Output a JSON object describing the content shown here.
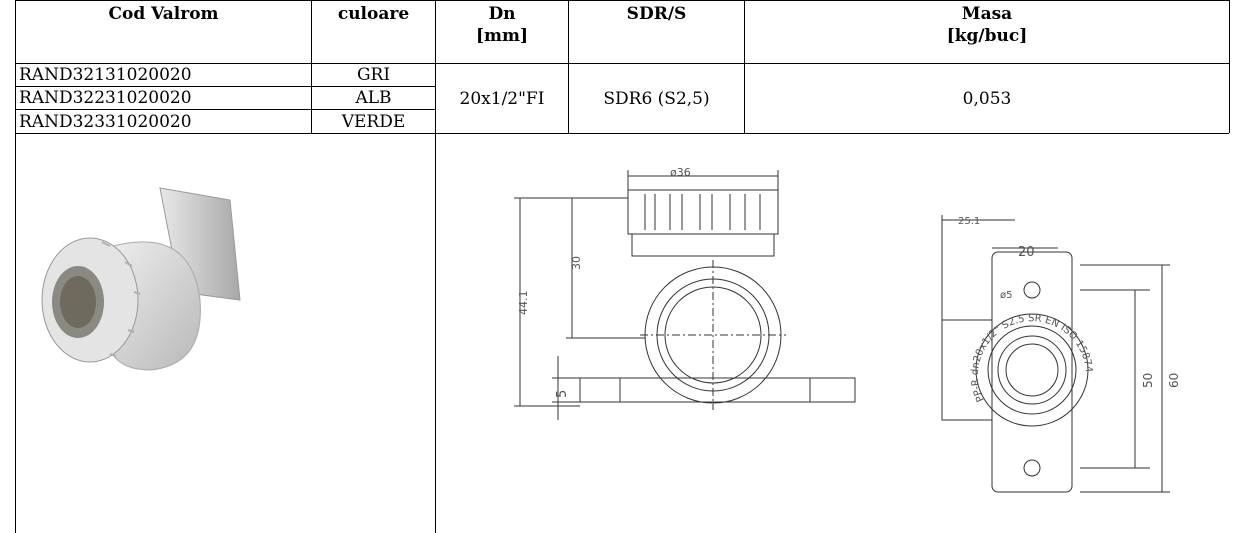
{
  "table": {
    "headers": {
      "cod": "Cod Valrom",
      "culoare": "culoare",
      "dn_line1": "Dn",
      "dn_line2": "[mm]",
      "sdr": "SDR/S",
      "masa_line1": "Masa",
      "masa_line2": "[kg/buc]"
    },
    "rows": [
      {
        "cod": "RAND32131020020",
        "culoare": "GRI"
      },
      {
        "cod": "RAND32231020020",
        "culoare": "ALB"
      },
      {
        "cod": "RAND32331020020",
        "culoare": "VERDE"
      }
    ],
    "dn": "20x1/2\"FI",
    "sdr": "SDR6 (S2,5)",
    "masa": "0,053"
  },
  "drawing": {
    "front": {
      "d36": "ø36",
      "h30": "30",
      "h44": "44.1",
      "h5": "5"
    },
    "side": {
      "w25": "25.1",
      "w20": "20",
      "d5": "ø5",
      "h50": "50",
      "h60": "60",
      "ring_text": "PP-R dn20x1/2\" S2.5 SR EN ISO 15874"
    }
  }
}
